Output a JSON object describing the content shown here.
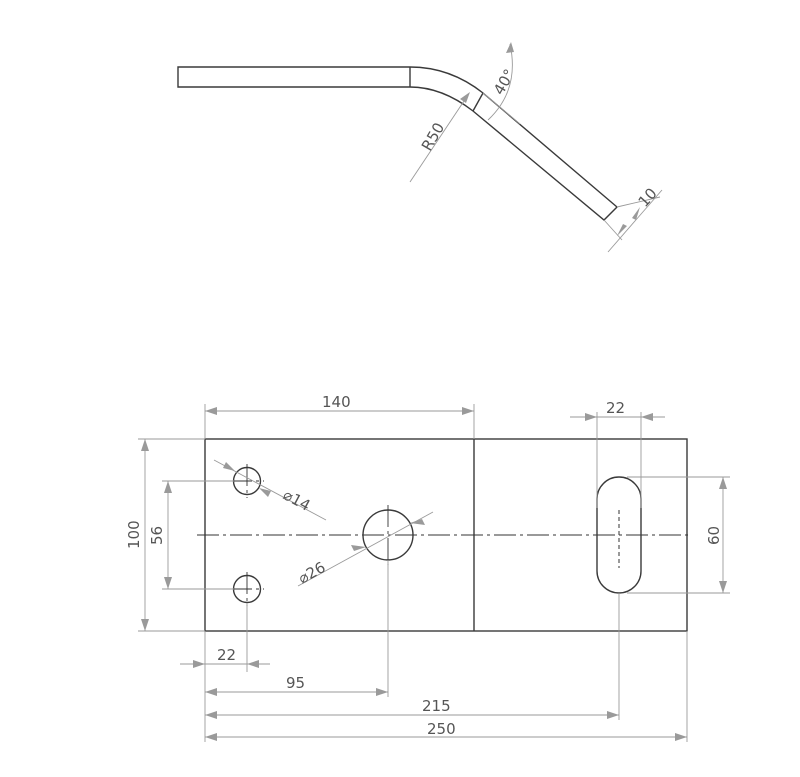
{
  "side_view": {
    "angle_label": "40°",
    "radius_label": "R50",
    "thickness_label": "10"
  },
  "plan_view": {
    "dim_140": "140",
    "dim_22_slot": "22",
    "dim_100": "100",
    "dim_56": "56",
    "dim_60": "60",
    "hole_small_label": "⌀14",
    "hole_large_label": "⌀26",
    "dim_22_hole": "22",
    "dim_95": "95",
    "dim_215": "215",
    "dim_250": "250"
  }
}
